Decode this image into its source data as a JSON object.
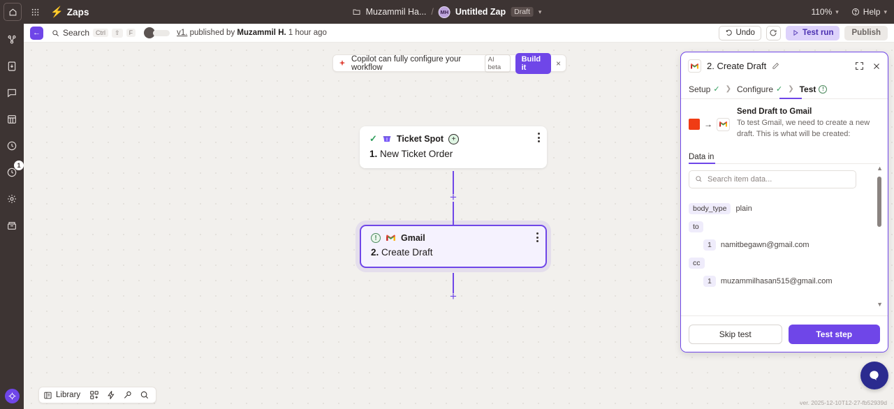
{
  "topbar": {
    "home_icon": "home-icon",
    "grid_icon": "app-grid-icon",
    "bolt_icon": "zapier-bolt-icon",
    "product_label": "Zaps",
    "breadcrumb_folder": "Muzammil Ha...",
    "breadcrumb_separator": "/",
    "avatar_initials": "MH",
    "zap_title": "Untitled Zap",
    "status_badge": "Draft",
    "zoom_level": "110%",
    "help_label": "Help"
  },
  "subbar": {
    "back_icon": "back-arrow-icon",
    "search_label": "Search",
    "kbd_ctrl": "Ctrl",
    "kbd_shift": "⇧",
    "kbd_f": "F",
    "version_link": "v1.",
    "published_by": "published by",
    "author": "Muzammil H.",
    "timestamp": "1 hour ago",
    "undo_label": "Undo",
    "redo_icon": "redo-icon",
    "test_run_label": "Test run",
    "publish_label": "Publish"
  },
  "sidebar": {
    "items": [
      {
        "name": "zaps-icon",
        "label": "Zaps"
      },
      {
        "name": "templates-icon",
        "label": "Templates"
      },
      {
        "name": "chat-icon",
        "label": "Chat"
      },
      {
        "name": "tables-icon",
        "label": "Tables"
      },
      {
        "name": "history-icon",
        "label": "History"
      },
      {
        "name": "notifications-icon",
        "label": "Notifications",
        "badge": "1"
      },
      {
        "name": "settings-icon",
        "label": "Settings"
      },
      {
        "name": "storage-icon",
        "label": "Storage"
      }
    ]
  },
  "copilot": {
    "icon": "copilot-sparkle-icon",
    "message": "Copilot can fully configure your workflow",
    "badge": "AI beta",
    "cta": "Build it",
    "close": "×"
  },
  "canvas": {
    "nodes": [
      {
        "status_icon": "check-circle-icon",
        "app_icon": "ticket-spot-icon",
        "app_name": "Ticket Spot",
        "badge_icon": "plus-circle-icon",
        "step_number": "1.",
        "step_title": "New Ticket Order",
        "menu_icon": "kebab-menu-icon",
        "selected": false
      },
      {
        "status_icon": "warning-circle-icon",
        "app_icon": "gmail-icon",
        "app_name": "Gmail",
        "step_number": "2.",
        "step_title": "Create Draft",
        "menu_icon": "kebab-menu-icon",
        "selected": true
      }
    ],
    "add_step_icon": "plus-icon"
  },
  "bottom_toolbar": {
    "library_label": "Library",
    "library_icon": "library-icon",
    "tools": [
      {
        "name": "add-step-grid-icon"
      },
      {
        "name": "bolt-icon"
      },
      {
        "name": "magic-wand-icon"
      },
      {
        "name": "search-icon"
      }
    ],
    "chat_widget_icon": "chat-bubble-icon",
    "version": "ver. 2025-12-10T12-27-fb52939d"
  },
  "panel": {
    "app_icon": "gmail-icon",
    "title": "2. Create Draft",
    "edit_icon": "pencil-icon",
    "expand_icon": "expand-icon",
    "close_icon": "close-icon",
    "steps": [
      {
        "label": "Setup",
        "state": "complete"
      },
      {
        "label": "Configure",
        "state": "complete"
      },
      {
        "label": "Test",
        "state": "active"
      }
    ],
    "test_section": {
      "source_icon": "ticket-spot-icon",
      "arrow_icon": "arrow-right-icon",
      "target_icon": "gmail-icon",
      "title": "Send Draft to Gmail",
      "description": "To test Gmail, we need to create a new draft. This is what will be created:"
    },
    "data_tab": "Data in",
    "search_placeholder": "Search item data...",
    "search_icon": "search-icon",
    "data_rows": [
      {
        "key": "body_type",
        "value": "plain",
        "indent": false
      },
      {
        "key": "to",
        "value": "",
        "indent": false
      },
      {
        "key": "1",
        "value": "namitbegawn@gmail.com",
        "indent": true
      },
      {
        "key": "cc",
        "value": "",
        "indent": false
      },
      {
        "key": "1",
        "value": "muzammilhasan515@gmail.com",
        "indent": true
      }
    ],
    "scroll_up_icon": "chevron-up-icon",
    "scroll_down_icon": "chevron-down-icon",
    "skip_label": "Skip test",
    "test_step_label": "Test step"
  },
  "colors": {
    "brand_purple": "#6f46e8",
    "dark_chrome": "#3d3433",
    "canvas": "#f2f0ed",
    "success_green": "#2f9e5b",
    "gmail_red": "#ea4335"
  }
}
